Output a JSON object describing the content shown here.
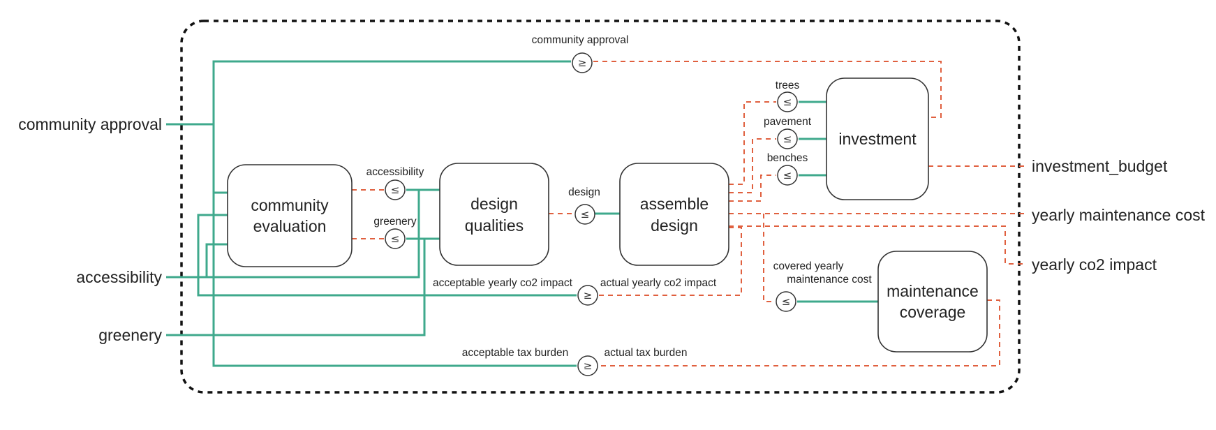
{
  "external": {
    "community_approval": "community approval",
    "accessibility": "accessibility",
    "greenery": "greenery",
    "investment_budget": "investment_budget",
    "yearly_maintenance_cost": "yearly maintenance cost",
    "yearly_co2_impact": "yearly co2 impact"
  },
  "boxes": {
    "community_evaluation": [
      "community",
      "evaluation"
    ],
    "design_qualities": [
      "design",
      "qualities"
    ],
    "assemble_design": [
      "assemble",
      "design"
    ],
    "investment": [
      "investment"
    ],
    "maintenance_coverage": [
      "maintenance",
      "coverage"
    ]
  },
  "labels": {
    "community_approval": "community approval",
    "accessibility": "accessibility",
    "greenery": "greenery",
    "design": "design",
    "trees": "trees",
    "pavement": "pavement",
    "benches": "benches",
    "covered_yearly": "covered yearly",
    "maintenance_cost": "maintenance cost",
    "acceptable_co2": "acceptable yearly co2 impact",
    "actual_co2": "actual yearly co2 impact",
    "acceptable_tax": "acceptable tax burden",
    "actual_tax": "actual tax burden"
  },
  "symbols": {
    "geq": "≥",
    "leq": "≤"
  },
  "colors": {
    "provided": "#3fa98c",
    "required": "#e0603f",
    "frame": "#111111"
  }
}
